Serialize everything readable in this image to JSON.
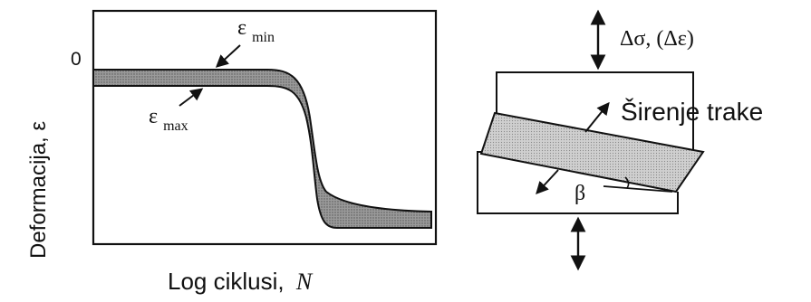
{
  "left_plot": {
    "y_label": "Deformacija, ε",
    "x_label_text": "Log ciklusi,",
    "x_label_var": "N",
    "zero_tick": "0",
    "eps_min_symbol": "ε",
    "eps_min_sub": "min",
    "eps_max_symbol": "ε",
    "eps_max_sub": "max"
  },
  "right_diagram": {
    "load_label": "Δσ, (Δε)",
    "band_label": "Širenje trake",
    "angle_label": "β"
  },
  "colors": {
    "band_fill": "#8c8c8c",
    "specimen_fill": "#c8c8c8",
    "stroke": "#111111"
  }
}
